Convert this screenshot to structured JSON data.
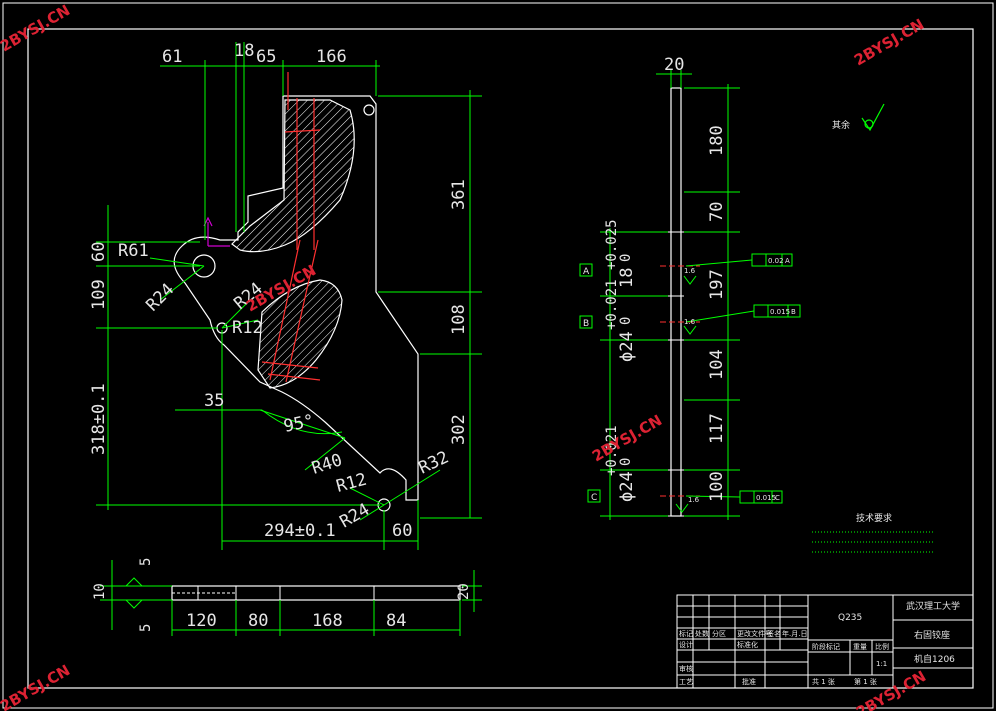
{
  "colors": {
    "background": "#000000",
    "outline": "#ffffff",
    "dimension": "#00ff00",
    "hatch": "#ffffff",
    "section_line": "#ff3030",
    "ucs": "#d000d0",
    "watermark": "#dd2233"
  },
  "watermarks": [
    "2BYSJ.CN",
    "2BYSJ.CN",
    "2BYSJ.CN",
    "2BYSJ.CN",
    "2BYSJ.CN",
    "2BYSJ.CN"
  ],
  "front_view": {
    "top_dims": [
      "61",
      "18",
      "65",
      "166"
    ],
    "right_dims": [
      "361",
      "108",
      "302"
    ],
    "left_dims": [
      "60",
      "109",
      "318±0.1"
    ],
    "radii": [
      "R61",
      "R24",
      "R24",
      "R12",
      "R40",
      "R12",
      "R32",
      "R24"
    ],
    "angle": "95°",
    "bottom_dims": [
      "35",
      "294±0.1",
      "60"
    ]
  },
  "bottom_view": {
    "dims": [
      "120",
      "80",
      "168",
      "84"
    ],
    "left_dims": [
      "10",
      "5",
      "5"
    ],
    "right_dim": "20"
  },
  "side_view": {
    "top_dim": "20",
    "right_dims": [
      "180",
      "70",
      "197",
      "104",
      "117",
      "100"
    ],
    "left_dims": [
      "18",
      "+0.025",
      "0",
      "ϕ24",
      "+0.021",
      "0",
      "ϕ24",
      "+0.021",
      "0"
    ],
    "datums": [
      "A",
      "B",
      "C"
    ],
    "tolerances": [
      "0.02",
      "A",
      "0.015",
      "B",
      "0.015",
      "C"
    ],
    "roughness": [
      "1.6",
      "1.6",
      "1.6"
    ]
  },
  "surface_note": "其余",
  "tech_req": {
    "title": "技术要求"
  },
  "title_block": {
    "material": "Q235",
    "school": "武汉理工大学",
    "part_name": "右固铰座",
    "drawing_no": "机自1206",
    "scale": "1:1",
    "sheet_total": "共 1 张",
    "sheet_no": "第 1 张",
    "headers": [
      "标记",
      "处数",
      "分区",
      "更改文件号",
      "签名",
      "年.月.日"
    ],
    "rows": [
      "设计",
      "审核",
      "工艺"
    ],
    "std": "标准化",
    "approve": "批准",
    "stage": "阶段标记",
    "weight": "重量",
    "ratio": "比例"
  }
}
